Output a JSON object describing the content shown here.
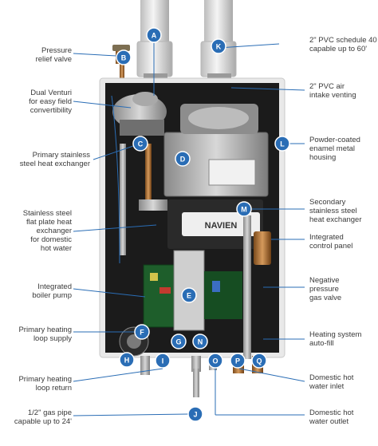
{
  "labels": {
    "pressure_relief": [
      "Pressure",
      "relief valve"
    ],
    "dual_venturi": [
      "Dual Venturi",
      "for easy field",
      "convertibility"
    ],
    "primary_hx": [
      "Primary stainless",
      "steel heat exchanger"
    ],
    "flat_plate_hx": [
      "Stainless steel",
      "flat plate heat",
      "exchanger",
      "for domestic",
      "hot water"
    ],
    "boiler_pump": [
      "Integrated",
      "boiler pump"
    ],
    "heating_supply": [
      "Primary heating",
      "loop supply"
    ],
    "heating_return": [
      "Primary heating",
      "loop return"
    ],
    "gas_pipe": [
      "1/2\" gas pipe",
      "capable up to 24'"
    ],
    "pvc_schedule": [
      "2\" PVC schedule 40",
      "capable up to 60'"
    ],
    "pvc_air": [
      "2\" PVC air",
      "intake venting"
    ],
    "powder_coated": [
      "Powder-coated",
      "enamel metal housing"
    ],
    "secondary_hx": [
      "Secondary",
      "stainless steel",
      "heat exchanger"
    ],
    "control_panel": [
      "Integrated",
      "control panel"
    ],
    "gas_valve": [
      "Negative",
      "pressure",
      "gas valve"
    ],
    "auto_fill": [
      "Heating system",
      "auto-fill"
    ],
    "dhw_inlet": [
      "Domestic hot",
      "water inlet"
    ],
    "dhw_outlet": [
      "Domestic hot",
      "water outlet"
    ]
  },
  "badges": [
    "A",
    "B",
    "C",
    "D",
    "E",
    "F",
    "G",
    "H",
    "I",
    "J",
    "K",
    "L",
    "M",
    "N",
    "O",
    "P",
    "Q"
  ],
  "brand": "NAVIEN",
  "colors": {
    "badge": "#2a6db5",
    "text": "#3a3a3a",
    "housing": "#e9e9e9",
    "interior": "#1b1b1b",
    "copper": "#b87333"
  }
}
